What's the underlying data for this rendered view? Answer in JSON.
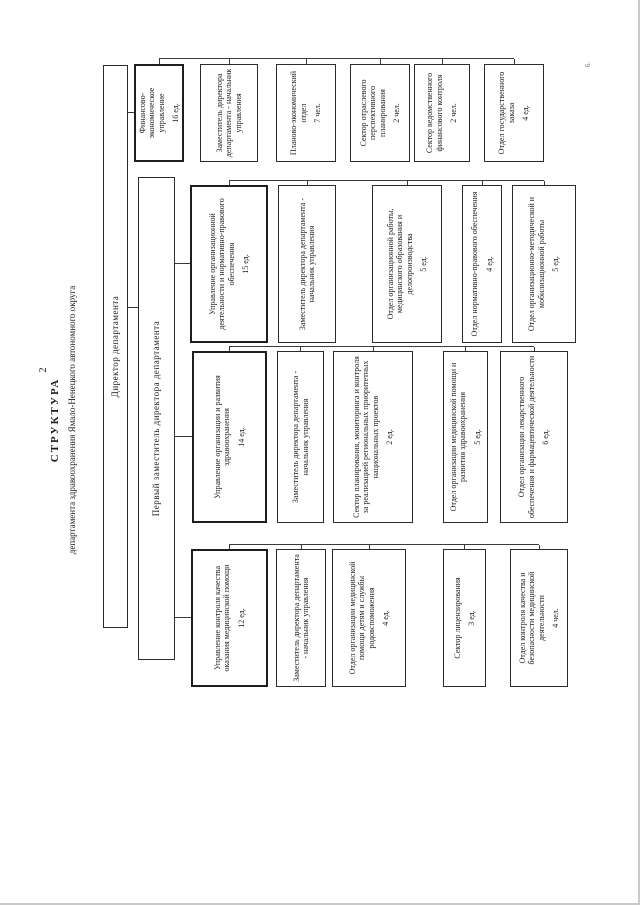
{
  "page": {
    "number": "2",
    "corner_mark": "6."
  },
  "title": {
    "line1": "СТРУКТУРА",
    "line2": "департамента здравоохранения Ямало-Ненецкого автономного округа"
  },
  "org": {
    "director": {
      "label": "Директор департамента"
    },
    "first_deputy": {
      "label": "Первый заместитель директора департамента"
    },
    "columns": [
      {
        "header": {
          "label": "Управление контроля качества оказания медицинской помощи",
          "count": "12 ед."
        },
        "children": [
          {
            "label": "Заместитель директора департамента - начальник управления",
            "count": ""
          },
          {
            "label": "Отдел организации медицинской помощи детям и службы родовспоможения",
            "count": "4 ед."
          },
          {
            "label": "Сектор лицензирования",
            "count": "3 ед."
          },
          {
            "label": "Отдел контроля качества и безопасности медицинской деятельности",
            "count": "4 чел."
          }
        ]
      },
      {
        "header": {
          "label": "Управление организации и развития здравоохранения",
          "count": "14 ед."
        },
        "children": [
          {
            "label": "Заместитель директора департамента - начальник управления",
            "count": ""
          },
          {
            "label": "Сектор планирования, мониторинга и контроля за реализацией региональных приоритетных национальных проектов",
            "count": "2 ед."
          },
          {
            "label": "Отдел организации медицинской помощи и развития здравоохранения",
            "count": "5 ед."
          },
          {
            "label": "Отдел организации лекарственного обеспечения и фармацевтической деятельности",
            "count": "6 ед."
          }
        ]
      },
      {
        "header": {
          "label": "Управление организационной деятельности и нормативно-правового обеспечения",
          "count": "15 ед."
        },
        "children": [
          {
            "label": "Заместитель директора департамента - начальник управления",
            "count": ""
          },
          {
            "label": "Отдел организационной работы, медицинского образования и делопроизводства",
            "count": "5 ед."
          },
          {
            "label": "Отдел нормативно-правового обеспечения",
            "count": "4 ед."
          },
          {
            "label": "Отдел организационно-методической и мобилизационной работы",
            "count": "5 ед."
          }
        ]
      },
      {
        "header": {
          "label": "Финансово-экономическое управление",
          "count": "16 ед."
        },
        "children": [
          {
            "label": "Заместитель директора департамента - начальник управления",
            "count": ""
          },
          {
            "label": "Планово-экономический отдел",
            "count": "7 чел."
          },
          {
            "label": "Сектор отраслевого перспективного планирования",
            "count": "2 чел."
          },
          {
            "label": "Сектор ведомственного финансового контроля",
            "count": "2 чел."
          },
          {
            "label": "Отдел государственного заказа",
            "count": "4 ед."
          }
        ]
      }
    ]
  }
}
